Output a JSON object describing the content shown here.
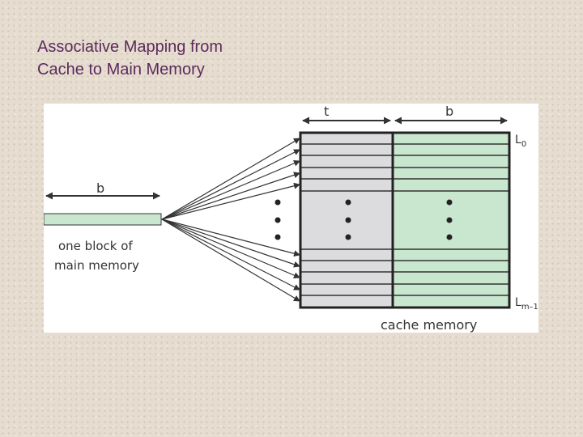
{
  "slide": {
    "title_line1": "Associative Mapping from",
    "title_line2": "Cache to Main Memory"
  },
  "diagram": {
    "tag_width_label": "t",
    "block_width_label": "b",
    "main_block_width_label": "b",
    "main_block_caption_line1": "one block of",
    "main_block_caption_line2": "main memory",
    "first_line_label": "L",
    "first_line_subscript": "0",
    "last_line_label": "L",
    "last_line_subscript": "m–1",
    "cache_caption": "cache memory",
    "colors": {
      "tag_fill": "#dcdcdf",
      "data_fill": "#c9e6cf",
      "outline": "#222222",
      "line_stroke": "#333333"
    },
    "icons": [
      "double-headed-arrow",
      "arrowhead",
      "ellipsis-dots"
    ]
  }
}
